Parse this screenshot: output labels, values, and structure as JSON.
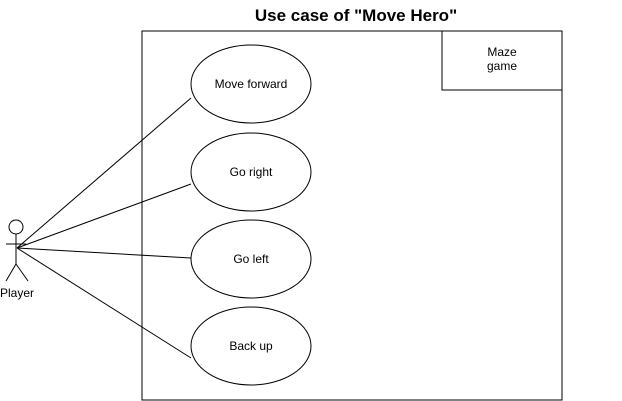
{
  "diagram": {
    "title": "Use case of \"Move Hero\"",
    "system": {
      "name_line1": "Maze",
      "name_line2": "game"
    },
    "actor": {
      "name": "Player"
    },
    "use_cases": [
      "Move forward",
      "Go right",
      "Go left",
      "Back up"
    ]
  }
}
